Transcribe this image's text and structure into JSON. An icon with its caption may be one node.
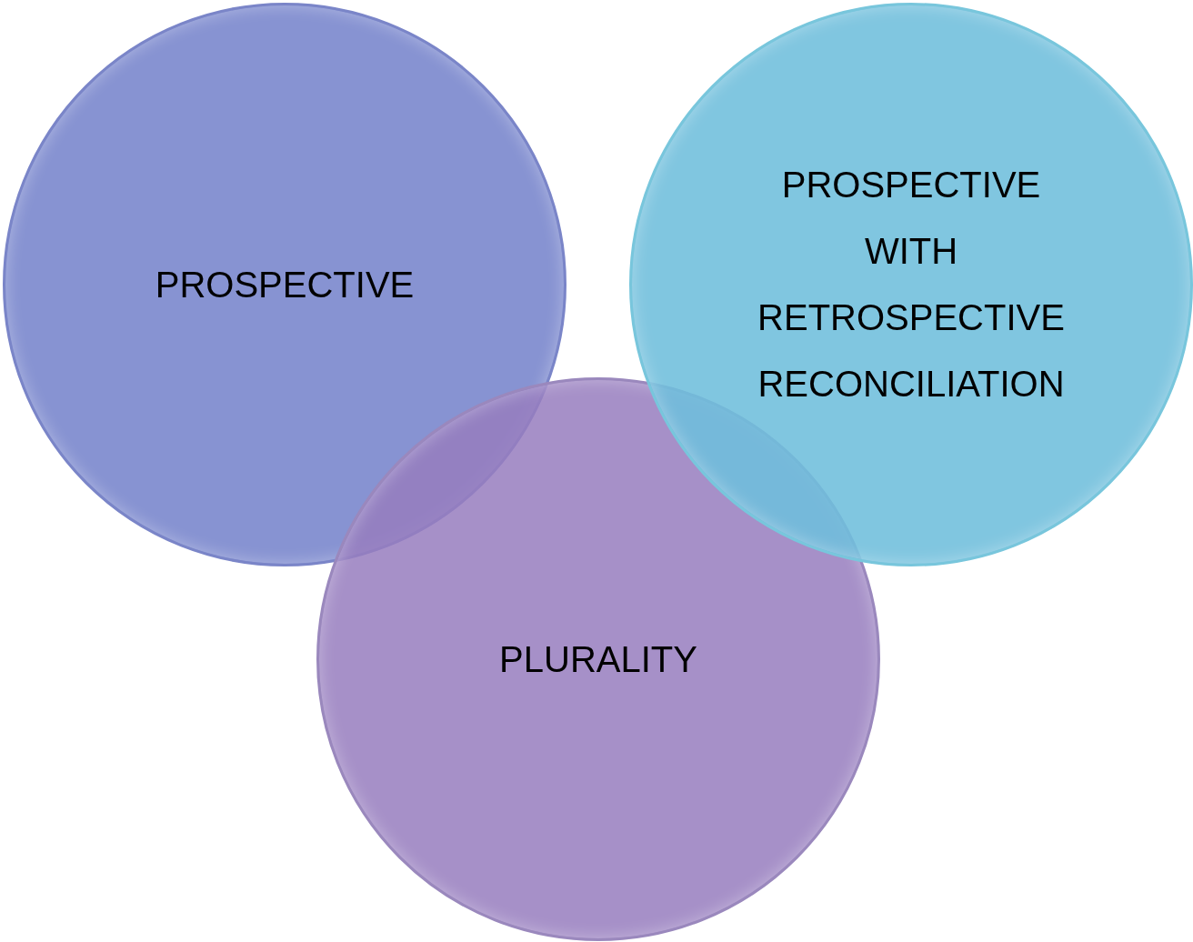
{
  "diagram": {
    "nodes": [
      {
        "text": [
          "PROSPECTIVE"
        ]
      },
      {
        "text": [
          "PROSPECTIVE WITH RETROSPECTIVE RECONCILIATION"
        ]
      },
      {
        "text": [
          "PLURALITY"
        ]
      }
    ],
    "edges": []
  }
}
